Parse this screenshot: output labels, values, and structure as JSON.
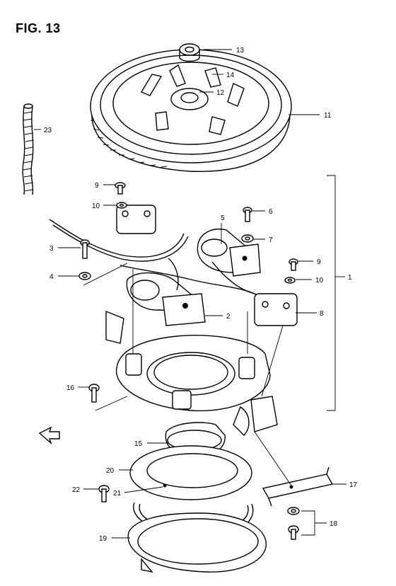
{
  "figure": {
    "title": "FIG. 13"
  },
  "callouts": [
    {
      "id": "1",
      "label": "1"
    },
    {
      "id": "2",
      "label": "2"
    },
    {
      "id": "3",
      "label": "3"
    },
    {
      "id": "4",
      "label": "4"
    },
    {
      "id": "5",
      "label": "5"
    },
    {
      "id": "6",
      "label": "6"
    },
    {
      "id": "7",
      "label": "7"
    },
    {
      "id": "8",
      "label": "8"
    },
    {
      "id": "9a",
      "label": "9"
    },
    {
      "id": "9b",
      "label": "9"
    },
    {
      "id": "10a",
      "label": "10"
    },
    {
      "id": "10b",
      "label": "10"
    },
    {
      "id": "11",
      "label": "11"
    },
    {
      "id": "12",
      "label": "12"
    },
    {
      "id": "13",
      "label": "13"
    },
    {
      "id": "14",
      "label": "14"
    },
    {
      "id": "15",
      "label": "15"
    },
    {
      "id": "16",
      "label": "16"
    },
    {
      "id": "17",
      "label": "17"
    },
    {
      "id": "18",
      "label": "18"
    },
    {
      "id": "19",
      "label": "19"
    },
    {
      "id": "20",
      "label": "20"
    },
    {
      "id": "21",
      "label": "21"
    },
    {
      "id": "22",
      "label": "22"
    },
    {
      "id": "23",
      "label": "23"
    }
  ]
}
